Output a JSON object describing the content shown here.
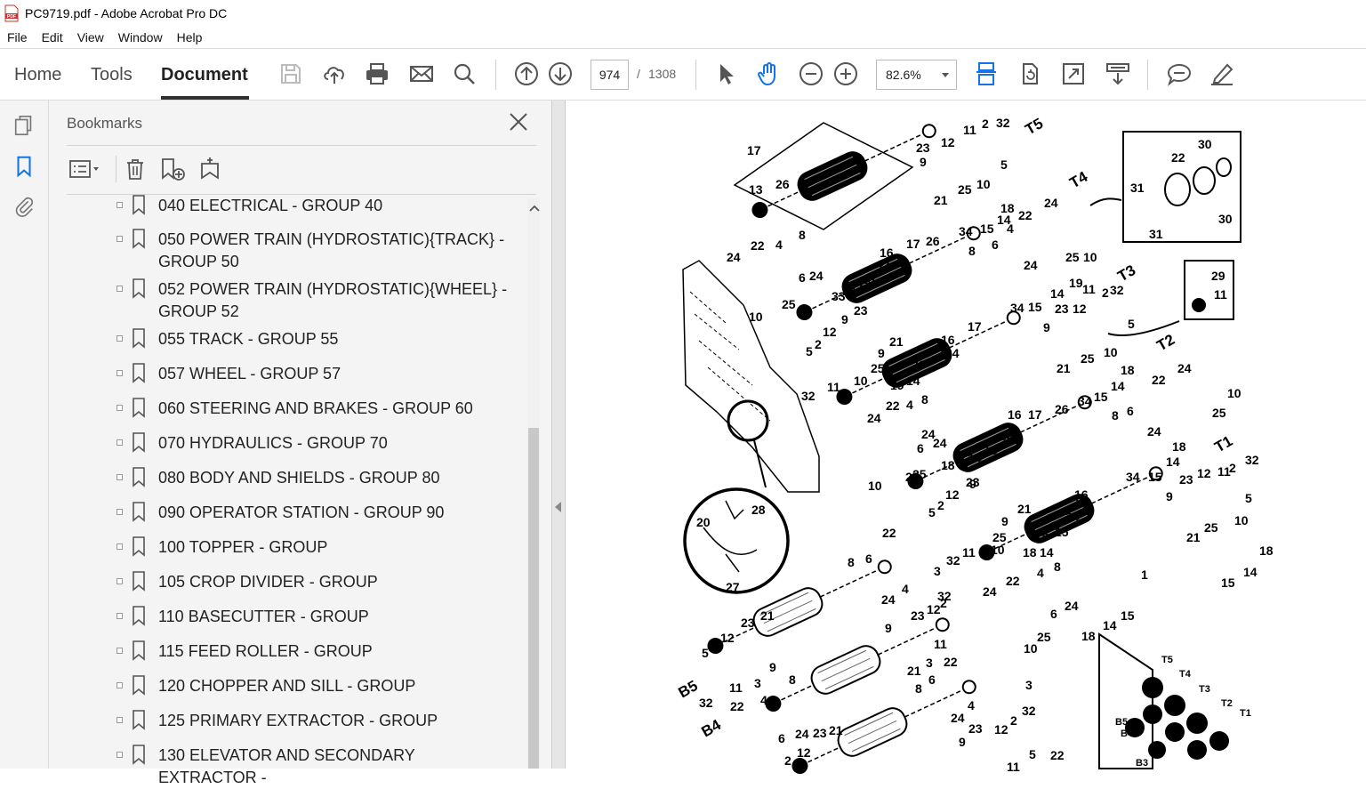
{
  "window": {
    "title": "PC9719.pdf - Adobe Acrobat Pro DC"
  },
  "menu": [
    "File",
    "Edit",
    "View",
    "Window",
    "Help"
  ],
  "tabs": [
    {
      "label": "Home",
      "active": false
    },
    {
      "label": "Tools",
      "active": false
    },
    {
      "label": "Document",
      "active": true
    }
  ],
  "toolbar": {
    "page_current": "974",
    "page_separator": "/",
    "page_total": "1308",
    "zoom": "82.6%"
  },
  "icons": {
    "save": "save-icon",
    "upload": "cloud-upload-icon",
    "print": "print-icon",
    "mail": "mail-icon",
    "search": "search-icon",
    "prev": "arrow-up-circle-icon",
    "next": "arrow-down-circle-icon",
    "select": "pointer-icon",
    "hand": "hand-icon",
    "zoom_out": "zoom-out-icon",
    "zoom_in": "zoom-in-icon",
    "accent": "#1473e6"
  },
  "bookmarks": {
    "title": "Bookmarks",
    "items": [
      {
        "label": "040 ELECTRICAL - GROUP 40"
      },
      {
        "label": "050 POWER TRAIN (HYDROSTATIC){TRACK} - GROUP 50"
      },
      {
        "label": "052 POWER TRAIN (HYDROSTATIC){WHEEL} - GROUP 52"
      },
      {
        "label": "055 TRACK - GROUP 55"
      },
      {
        "label": "057 WHEEL - GROUP 57"
      },
      {
        "label": "060 STEERING AND BRAKES - GROUP 60"
      },
      {
        "label": "070 HYDRAULICS - GROUP 70"
      },
      {
        "label": "080 BODY AND SHIELDS - GROUP 80"
      },
      {
        "label": "090 OPERATOR STATION - GROUP 90"
      },
      {
        "label": "100 TOPPER - GROUP"
      },
      {
        "label": "105 CROP DIVIDER - GROUP"
      },
      {
        "label": "110 BASECUTTER - GROUP"
      },
      {
        "label": "115 FEED ROLLER - GROUP"
      },
      {
        "label": "120 CHOPPER AND SILL - GROUP"
      },
      {
        "label": "125 PRIMARY EXTRACTOR - GROUP"
      },
      {
        "label": "130 ELEVATOR AND SECONDARY EXTRACTOR -"
      }
    ]
  },
  "document": {
    "roller_labels": [
      "T5",
      "T4",
      "T3",
      "T2",
      "T1",
      "B5",
      "B4"
    ],
    "inset_labels": [
      "T5",
      "T4",
      "T3",
      "T2",
      "T1",
      "B5",
      "B4",
      "B3"
    ],
    "callouts": [
      "17",
      "13",
      "26",
      "23",
      "12",
      "11",
      "2",
      "32",
      "9",
      "5",
      "25",
      "10",
      "21",
      "18",
      "24",
      "22",
      "15",
      "14",
      "34",
      "4",
      "8",
      "6",
      "3",
      "16",
      "19",
      "1",
      "27",
      "28",
      "20",
      "29",
      "30",
      "31",
      "33"
    ]
  }
}
